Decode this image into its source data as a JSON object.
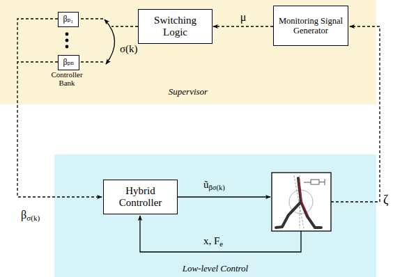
{
  "diagram": {
    "nodes": [
      {
        "text": [
          "Supervisor"
        ]
      },
      {
        "text": [
          "βₚ₁"
        ],
        "in": 0
      },
      {
        "text": [
          "βₚₙ"
        ],
        "in": 0
      },
      {
        "text": [
          "Switching Logic"
        ],
        "in": 0
      },
      {
        "text": [
          "Monitoring Signal Generator"
        ],
        "in": 0
      },
      {
        "text": [
          "Low-level Control"
        ]
      },
      {
        "text": [
          "Hybrid Controller"
        ],
        "in": 5
      }
    ],
    "edges": [
      {
        "from": 4,
        "to": 3,
        "label": "μ",
        "arrow": "to"
      }
    ],
    "labels": [
      "σ(k)",
      "Controller Bank",
      "ũβσ(k)",
      "x, Fe",
      "βσ(k)",
      "ζ"
    ]
  }
}
